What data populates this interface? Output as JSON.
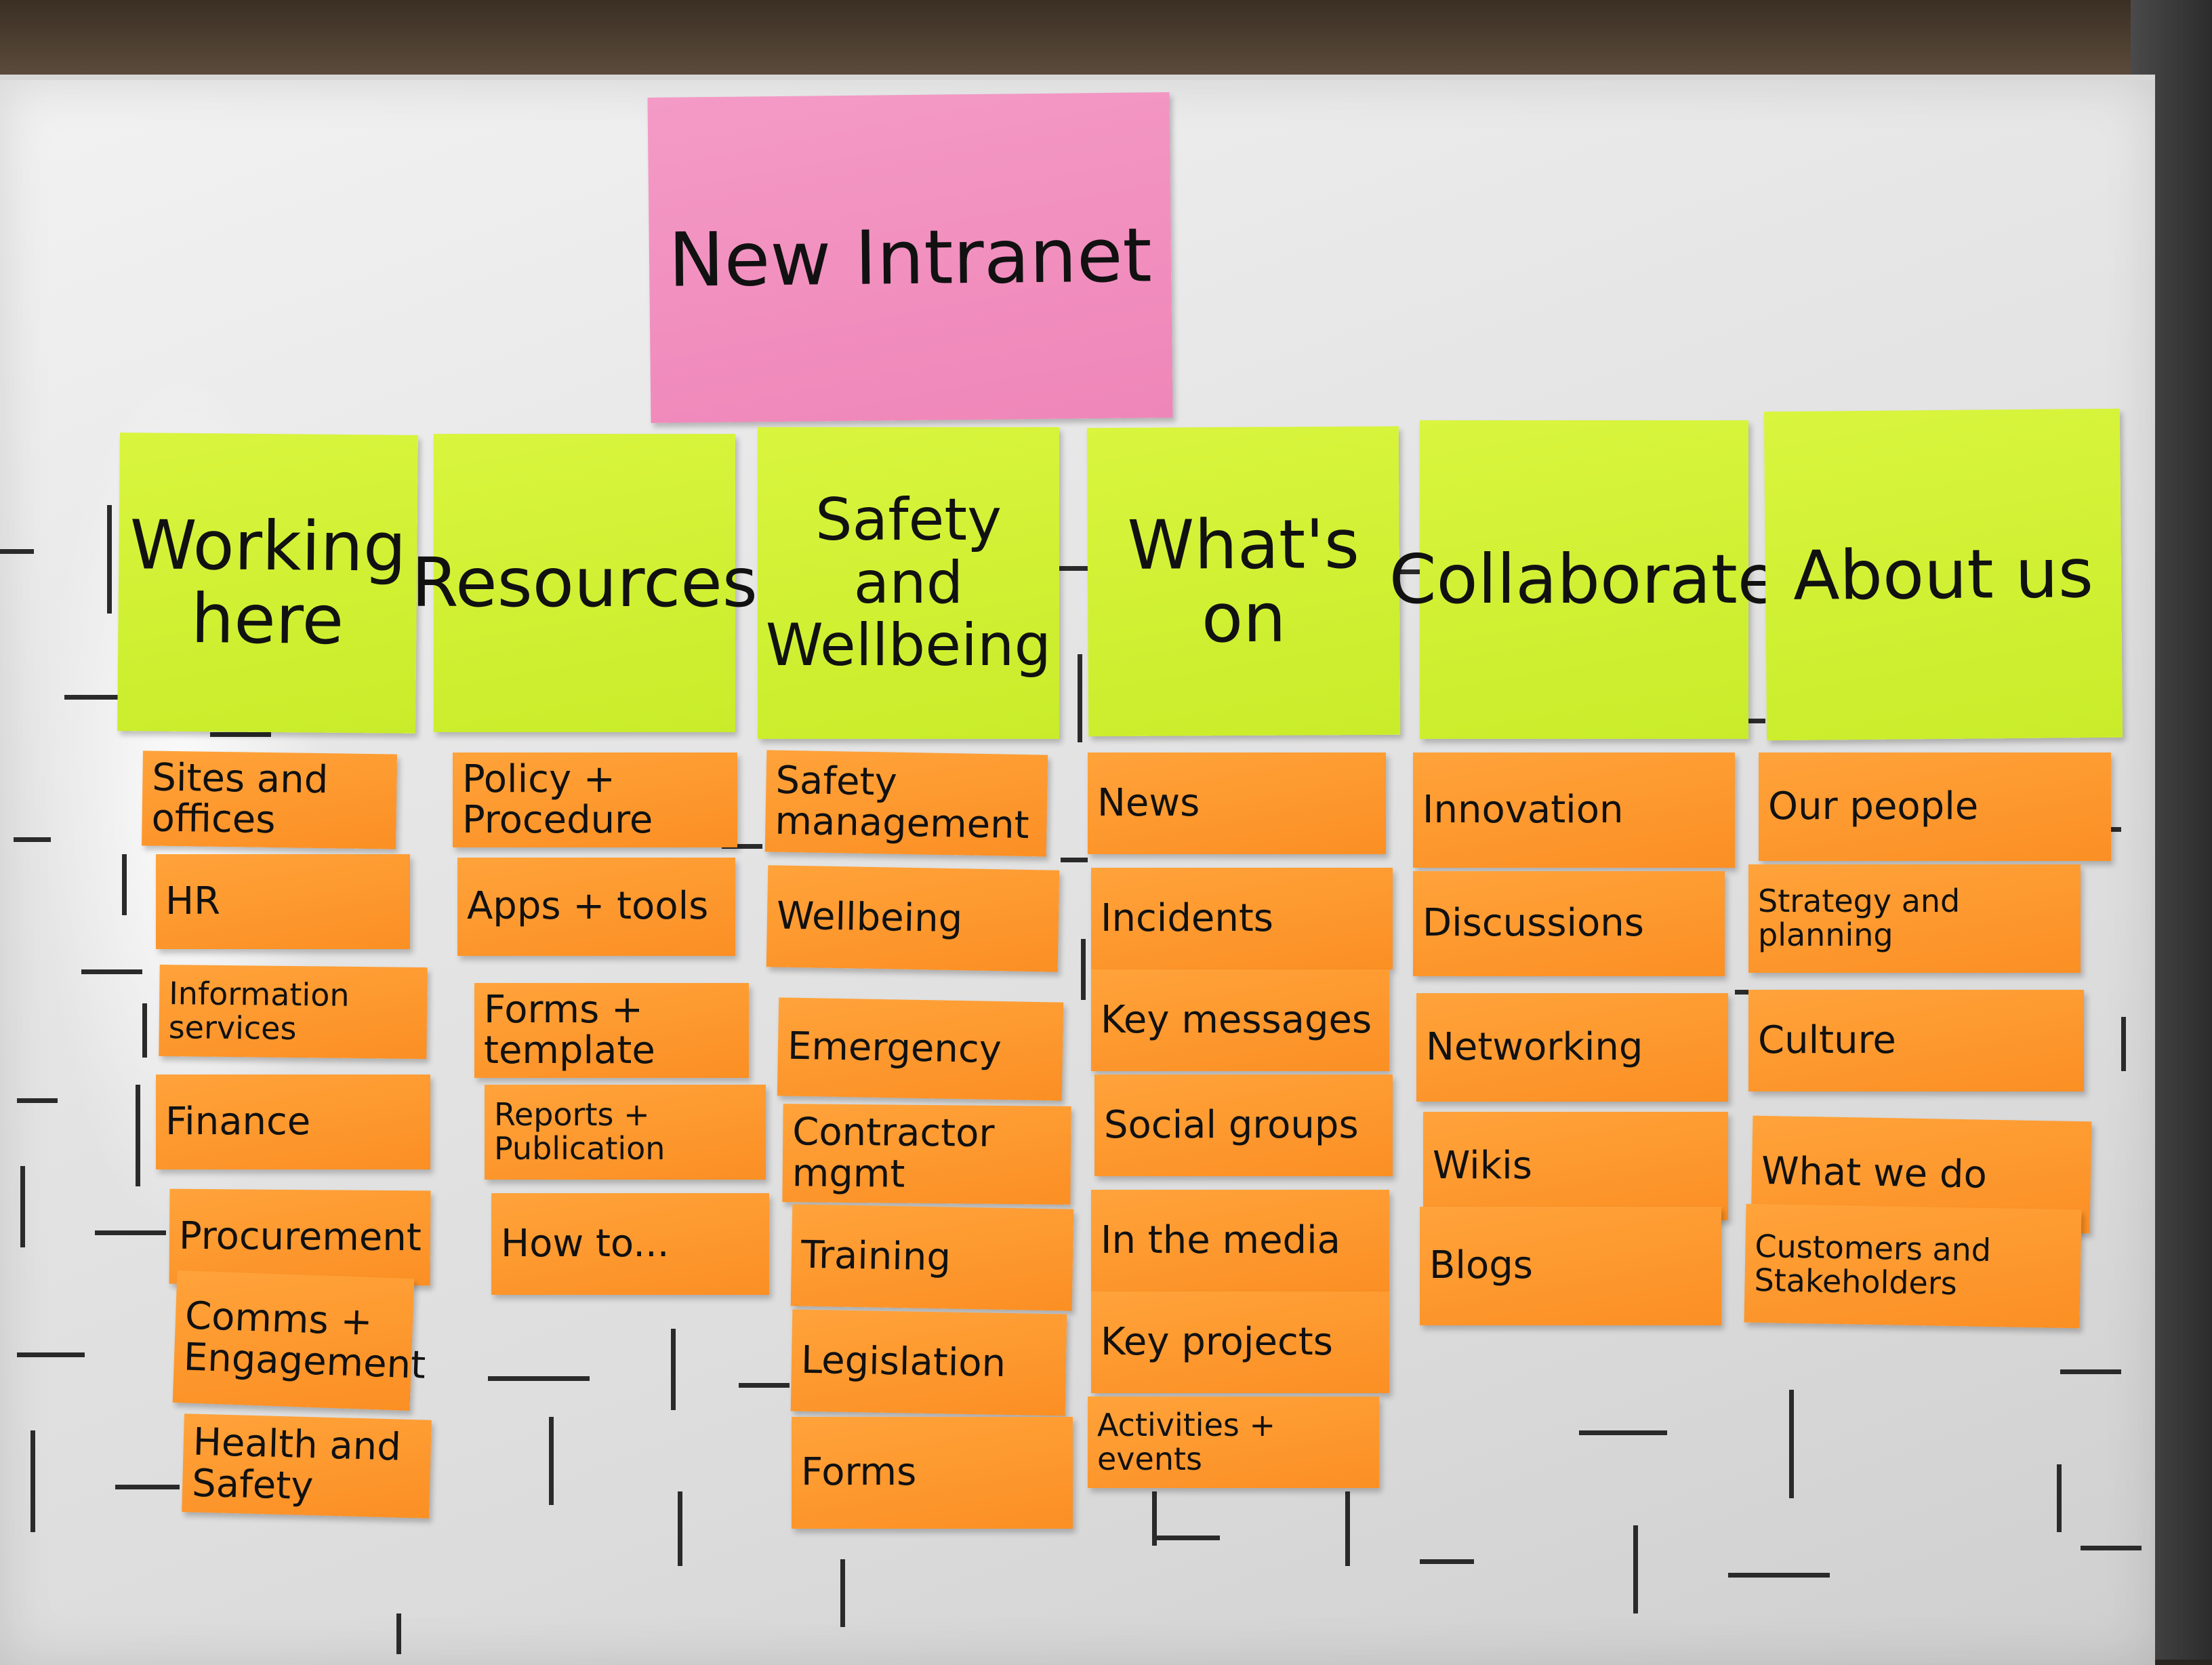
{
  "colors": {
    "title_note": "#ef86b9",
    "category_note": "#c9ec2a",
    "item_note": "#fb8f24",
    "board": "#e6e6e6",
    "marker_line": "#2a2a2a"
  },
  "title": "New Intranet",
  "columns": [
    {
      "heading": "Working here",
      "items": [
        "Sites and offices",
        "HR",
        "Information services",
        "Finance",
        "Procurement",
        "Comms + Engagement",
        "Health and Safety"
      ]
    },
    {
      "heading": "Resources",
      "items": [
        "Policy + Procedure",
        "Apps + tools",
        "Forms + template",
        "Reports + Publication",
        "How to..."
      ]
    },
    {
      "heading": "Safety and Wellbeing",
      "items": [
        "Safety management",
        "Wellbeing",
        "Emergency",
        "Contractor mgmt",
        "Training",
        "Legislation",
        "Forms"
      ]
    },
    {
      "heading": "What's on",
      "items": [
        "News",
        "Incidents",
        "Key messages",
        "Social groups",
        "In the media",
        "Key projects",
        "Activities + events"
      ]
    },
    {
      "heading": "Collaborate",
      "items": [
        "Innovation",
        "Discussions",
        "Networking",
        "Wikis",
        "Blogs"
      ]
    },
    {
      "heading": "About us",
      "items": [
        "Our people",
        "Strategy and planning",
        "Culture",
        "What we do",
        "Customers and Stakeholders"
      ]
    }
  ]
}
